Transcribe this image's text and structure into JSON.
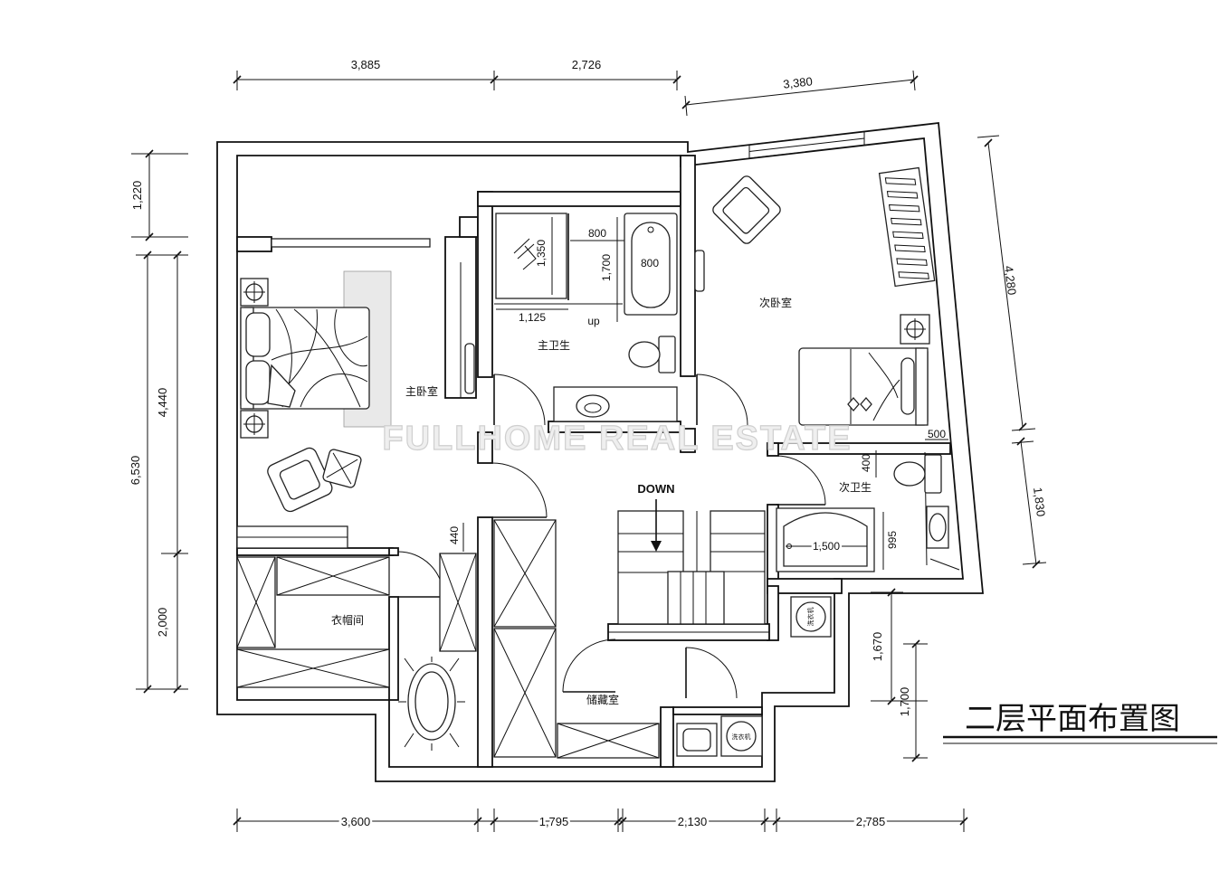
{
  "title": "二层平面布置图",
  "watermark": "FULLHOME REAL ESTATE",
  "rooms": {
    "master_bedroom": "主卧室",
    "master_bath": "主卫生",
    "second_bedroom": "次卧室",
    "second_bath": "次卫生",
    "walk_in_closet": "衣帽间",
    "storage": "储藏室",
    "stairs_down": "DOWN",
    "step_up": "up"
  },
  "dimensions": {
    "top": [
      "3,885",
      "2,726",
      "3,380"
    ],
    "left": [
      "1,220",
      "6,530",
      "4,440",
      "2,000"
    ],
    "right": [
      "4,280",
      "1,830",
      "1,670",
      "1,700"
    ],
    "bottom": [
      "3,600",
      "1,795",
      "2,130",
      "2,785"
    ],
    "inner": {
      "shower_glass_width": "800",
      "tub_width": "800",
      "shower_depth": "1,350",
      "tub_length": "1,700",
      "shower_width": "1,125",
      "toilet_width": "500",
      "toilet_depth": "400",
      "second_tub_length": "1,500",
      "second_tub_width": "995",
      "closet_column": "440"
    }
  },
  "appliances": {
    "washer_upper": "洗衣机",
    "washer_lower": "洗衣机"
  },
  "colors": {
    "line": "#111111",
    "watermark": "#efefef"
  }
}
